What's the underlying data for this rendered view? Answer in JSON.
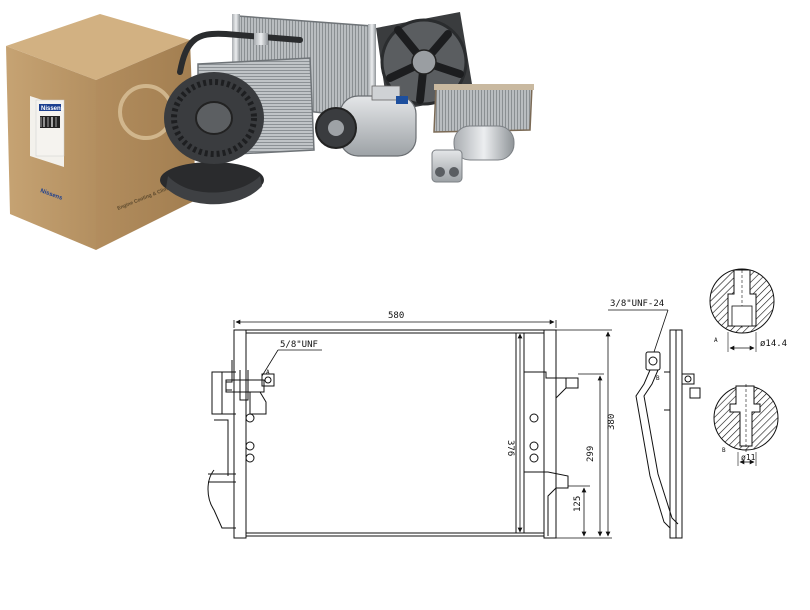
{
  "product_photo": {
    "box_brand": "Nissens",
    "box_side_text": "Engine Cooling & Climate",
    "components": [
      "condenser",
      "radiator-fan",
      "blower-motor",
      "evaporator",
      "compressor",
      "heater-core",
      "receiver-drier",
      "ac-hose"
    ]
  },
  "drawing": {
    "dim_width": "580",
    "dim_core_height": "376",
    "dim_total_height": "380",
    "dim_bracket": "299",
    "dim_low": "125",
    "thread_left": "5/8\"UNF",
    "thread_right": "3/8\"UNF-24",
    "diameter_a": "ø14.4",
    "diameter_b": "ø11",
    "label_a": "A",
    "label_b": "B"
  }
}
